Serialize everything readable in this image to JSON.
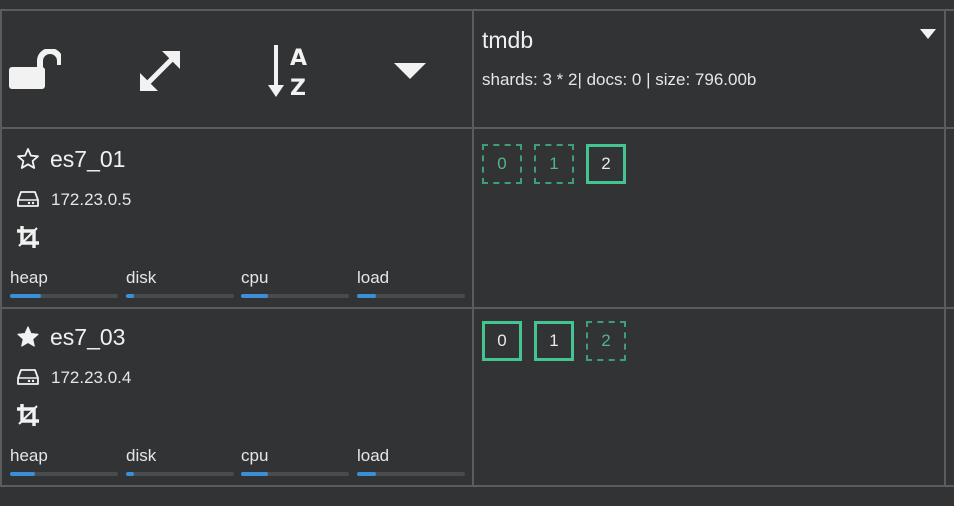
{
  "toolbar": {
    "icons": [
      "lock-open-icon",
      "expand-icon",
      "sort-alpha-icon",
      "caret-down-icon"
    ]
  },
  "index": {
    "name": "tmdb",
    "stats": "shards: 3 * 2| docs: 0 | size: 796.00b"
  },
  "metric_labels": {
    "heap": "heap",
    "disk": "disk",
    "cpu": "cpu",
    "load": "load"
  },
  "colors": {
    "accent": "#43c491",
    "metric": "#3a8fd6",
    "background": "#323335"
  },
  "nodes": [
    {
      "name": "es7_01",
      "master": false,
      "ip": "172.23.0.5",
      "metrics": {
        "heap": 0.29,
        "disk": 0.07,
        "cpu": 0.25,
        "load": 0.18
      },
      "shards": [
        {
          "label": "0",
          "primary": false
        },
        {
          "label": "1",
          "primary": false
        },
        {
          "label": "2",
          "primary": true
        }
      ]
    },
    {
      "name": "es7_03",
      "master": true,
      "ip": "172.23.0.4",
      "metrics": {
        "heap": 0.23,
        "disk": 0.07,
        "cpu": 0.25,
        "load": 0.18
      },
      "shards": [
        {
          "label": "0",
          "primary": true
        },
        {
          "label": "1",
          "primary": true
        },
        {
          "label": "2",
          "primary": false
        }
      ]
    }
  ]
}
